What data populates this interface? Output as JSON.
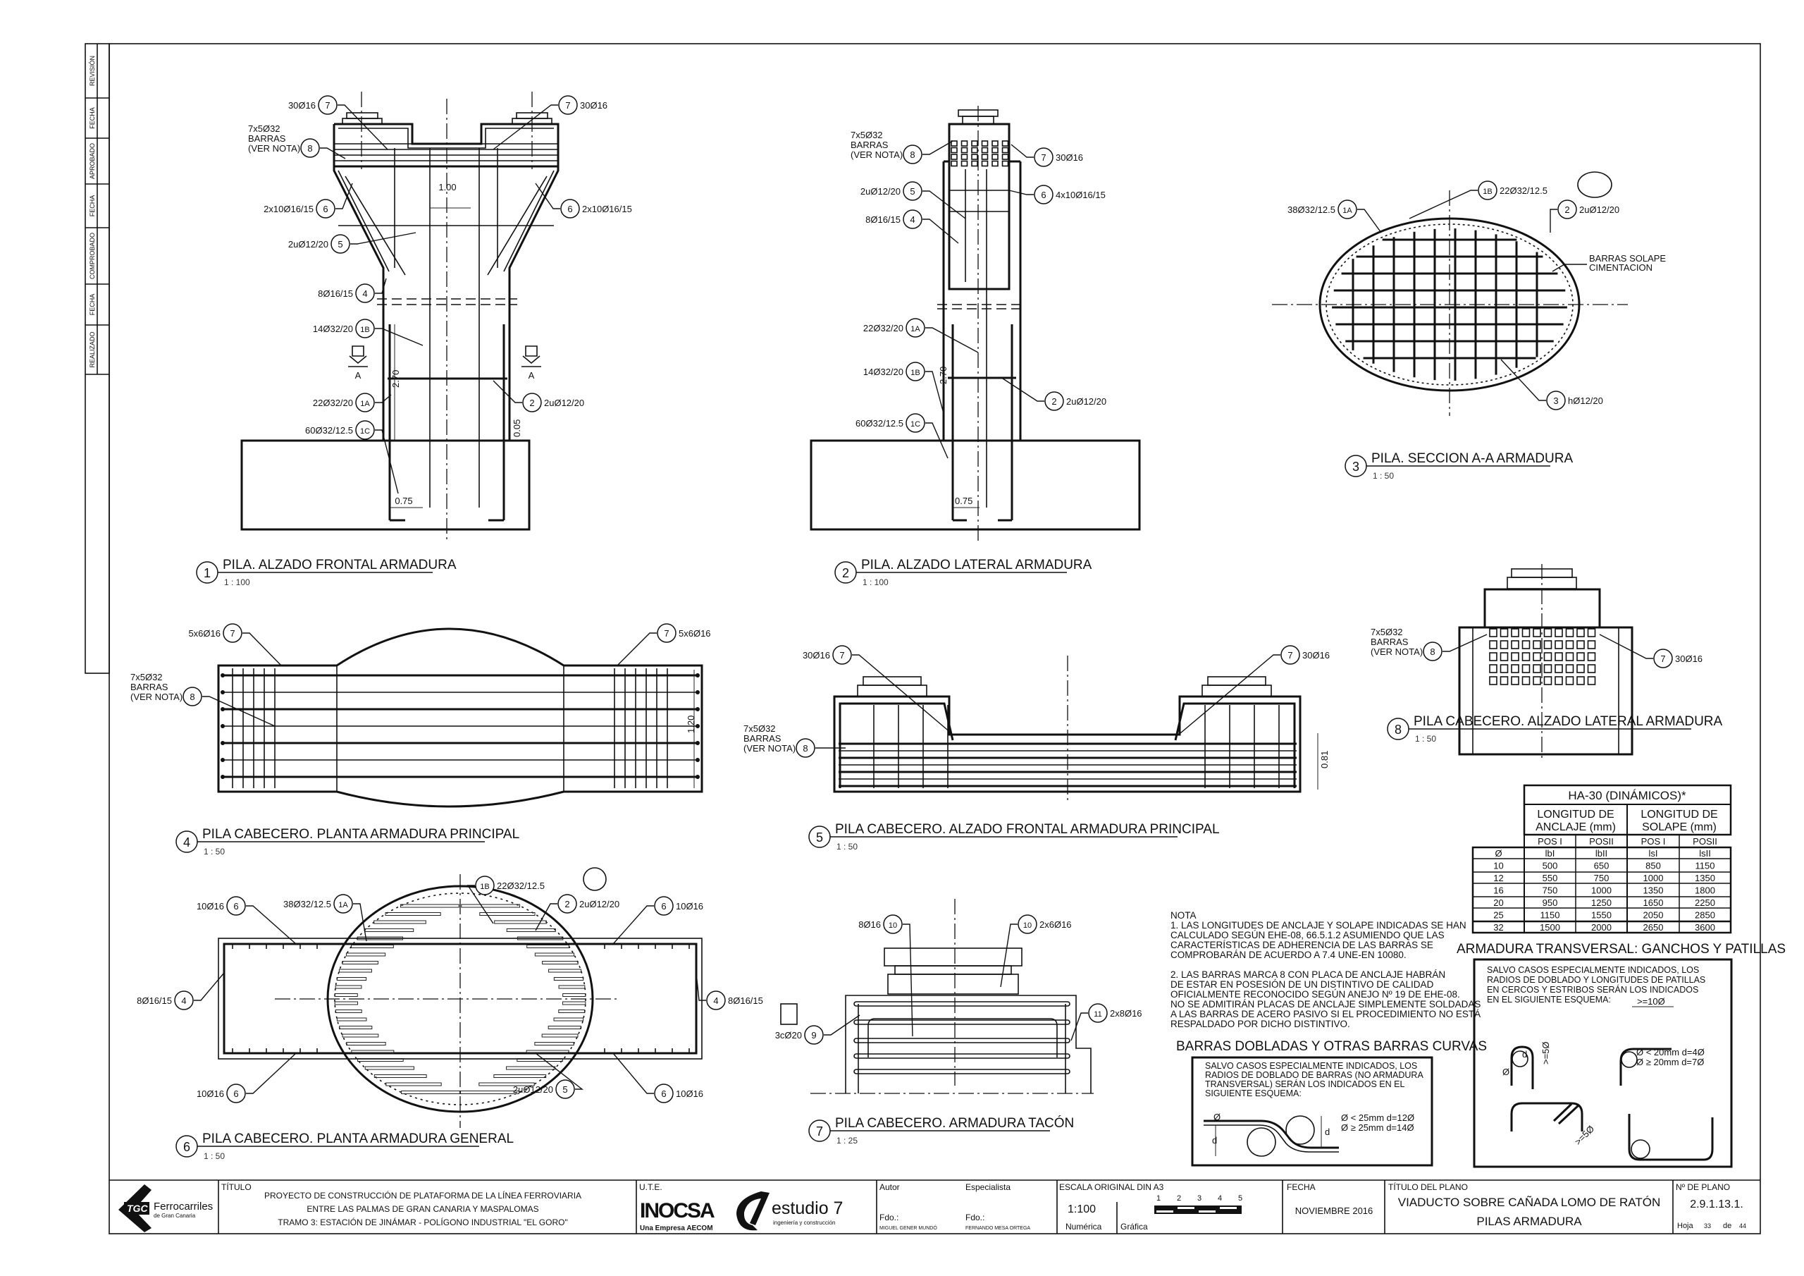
{
  "revision_strip": [
    "REVISIÓN",
    "FECHA",
    "APROBADO",
    "FECHA",
    "COMPROBADO",
    "FECHA",
    "REALIZADO"
  ],
  "drawings": [
    {
      "num": "1",
      "title": "PILA. ALZADO FRONTAL ARMADURA",
      "scale": "1 : 100",
      "dims": [
        "1.00",
        "2.70",
        "0.05",
        "0.75"
      ],
      "section_marks": [
        "A",
        "A"
      ],
      "marks": [
        {
          "n": "7",
          "spec": "30Ø16"
        },
        {
          "n": "7",
          "spec": "30Ø16"
        },
        {
          "n": "8",
          "spec": [
            "7x5Ø32",
            "BARRAS",
            "(VER NOTA)"
          ]
        },
        {
          "n": "6",
          "spec": "2x10Ø16/15"
        },
        {
          "n": "6",
          "spec": "2x10Ø16/15"
        },
        {
          "n": "5",
          "spec": "2uØ12/20"
        },
        {
          "n": "4",
          "spec": "8Ø16/15"
        },
        {
          "n": "1B",
          "spec": "14Ø32/20"
        },
        {
          "n": "1A",
          "spec": "22Ø32/20"
        },
        {
          "n": "2",
          "spec": "2uØ12/20"
        },
        {
          "n": "1C",
          "spec": "60Ø32/12.5"
        }
      ]
    },
    {
      "num": "2",
      "title": "PILA. ALZADO LATERAL ARMADURA",
      "scale": "1 : 100",
      "dims": [
        "2.70",
        "0.75"
      ],
      "marks": [
        {
          "n": "8",
          "spec": [
            "7x5Ø32",
            "BARRAS",
            "(VER NOTA)"
          ]
        },
        {
          "n": "7",
          "spec": "30Ø16"
        },
        {
          "n": "5",
          "spec": "2uØ12/20"
        },
        {
          "n": "6",
          "spec": "4x10Ø16/15"
        },
        {
          "n": "4",
          "spec": "8Ø16/15"
        },
        {
          "n": "1A",
          "spec": "22Ø32/20"
        },
        {
          "n": "1B",
          "spec": "14Ø32/20"
        },
        {
          "n": "2",
          "spec": "2uØ12/20"
        },
        {
          "n": "1C",
          "spec": "60Ø32/12.5"
        }
      ]
    },
    {
      "num": "3",
      "title": "PILA. SECCION A-A ARMADURA",
      "scale": "1 : 50",
      "note": [
        "BARRAS SOLAPE",
        "CIMENTACION"
      ],
      "marks": [
        {
          "n": "1A",
          "spec": "38Ø32/12.5"
        },
        {
          "n": "1B",
          "spec": "22Ø32/12.5"
        },
        {
          "n": "2",
          "spec": "2uØ12/20"
        },
        {
          "n": "3",
          "spec": "hØ12/20"
        }
      ]
    },
    {
      "num": "4",
      "title": "PILA CABECERO. PLANTA ARMADURA PRINCIPAL",
      "scale": "1 : 50",
      "dims": [
        "1.20"
      ],
      "marks": [
        {
          "n": "7",
          "spec": "5x6Ø16"
        },
        {
          "n": "7",
          "spec": "5x6Ø16"
        },
        {
          "n": "8",
          "spec": [
            "7x5Ø32",
            "BARRAS",
            "(VER NOTA)"
          ]
        }
      ]
    },
    {
      "num": "5",
      "title": "PILA CABECERO. ALZADO FRONTAL ARMADURA PRINCIPAL",
      "scale": "1 : 50",
      "dims": [
        "0.81"
      ],
      "marks": [
        {
          "n": "7",
          "spec": "30Ø16"
        },
        {
          "n": "7",
          "spec": "30Ø16"
        },
        {
          "n": "8",
          "spec": [
            "7x5Ø32",
            "BARRAS",
            "(VER NOTA)"
          ]
        }
      ]
    },
    {
      "num": "8",
      "title": "PILA CABECERO. ALZADO LATERAL ARMADURA",
      "scale": "1 : 50",
      "marks": [
        {
          "n": "8",
          "spec": [
            "7x5Ø32",
            "BARRAS",
            "(VER NOTA)"
          ]
        },
        {
          "n": "7",
          "spec": "30Ø16"
        }
      ]
    },
    {
      "num": "6",
      "title": "PILA CABECERO. PLANTA ARMADURA GENERAL",
      "scale": "1 : 50",
      "marks": [
        {
          "n": "6",
          "spec": "10Ø16"
        },
        {
          "n": "1A",
          "spec": "38Ø32/12.5"
        },
        {
          "n": "1B",
          "spec": "22Ø32/12.5"
        },
        {
          "n": "2",
          "spec": "2uØ12/20"
        },
        {
          "n": "6",
          "spec": "10Ø16"
        },
        {
          "n": "4",
          "spec": "8Ø16/15"
        },
        {
          "n": "4",
          "spec": "8Ø16/15"
        },
        {
          "n": "6",
          "spec": "10Ø16"
        },
        {
          "n": "5",
          "spec": "2uØ12/20"
        },
        {
          "n": "6",
          "spec": "10Ø16"
        }
      ]
    },
    {
      "num": "7",
      "title": "PILA CABECERO. ARMADURA TACÓN",
      "scale": "1 : 25",
      "marks": [
        {
          "n": "10",
          "spec": "8Ø16"
        },
        {
          "n": "10",
          "spec": "2x6Ø16"
        },
        {
          "n": "11",
          "spec": "2x8Ø16"
        },
        {
          "n": "9",
          "spec": "3cØ20"
        }
      ]
    }
  ],
  "table": {
    "title": "HA-30 (DINÁMICOS)*",
    "group_1": [
      "LONGITUD DE",
      "ANCLAJE (mm)"
    ],
    "group_2": [
      "LONGITUD DE",
      "SOLAPE (mm)"
    ],
    "positions": [
      "POS I",
      "POSII",
      "POS I",
      "POSII"
    ],
    "header": [
      "Ø",
      "lbI",
      "lbII",
      "lsI",
      "lsII"
    ],
    "rows": [
      [
        "10",
        "500",
        "650",
        "850",
        "1150"
      ],
      [
        "12",
        "550",
        "750",
        "1000",
        "1350"
      ],
      [
        "16",
        "750",
        "1000",
        "1350",
        "1800"
      ],
      [
        "20",
        "950",
        "1250",
        "1650",
        "2250"
      ],
      [
        "25",
        "1150",
        "1550",
        "2050",
        "2850"
      ],
      [
        "32",
        "1500",
        "2000",
        "2650",
        "3600"
      ]
    ]
  },
  "notes": {
    "heading": "NOTA",
    "lines": [
      "1. LAS LONGITUDES DE ANCLAJE Y SOLAPE INDICADAS SE HAN",
      "CALCULADO SEGÚN EHE-08, 66.5.1.2 ASUMIENDO QUE LAS",
      "CARACTERÍSTICAS DE ADHERENCIA DE LAS BARRAS SE",
      "COMPROBARÁN DE ACUERDO A 7.4 UNE-EN 10080.",
      "2. LAS BARRAS MARCA 8 CON PLACA DE ANCLAJE HABRÁN",
      "DE ESTAR EN POSESIÓN DE UN DISTINTIVO DE CALIDAD",
      "OFICIALMENTE RECONOCIDO SEGÚN ANEJO Nº 19 DE EHE-08.",
      "NO SE ADMITIRÁN PLACAS DE ANCLAJE SIMPLEMENTE SOLDADAS",
      "A LAS BARRAS DE ACERO PASIVO SI EL PROCEDIMIENTO NO ESTÁ",
      "RESPALDADO POR DICHO DISTINTIVO."
    ]
  },
  "bent_bars": {
    "title": "BARRAS DOBLADAS Y OTRAS BARRAS CURVAS",
    "lines": [
      "SALVO CASOS ESPECIALMENTE INDICADOS, LOS",
      "RADIOS DE DOBLADO DE BARRAS (NO ARMADURA",
      "TRANSVERSAL) SERÁN LOS INDICADOS EN EL",
      "SIGUIENTE ESQUEMA:"
    ],
    "rules": [
      "Ø < 25mm d=12Ø",
      "Ø ≥ 25mm d=14Ø"
    ],
    "symbols": [
      "Ø",
      "d",
      "d"
    ]
  },
  "transverse": {
    "title": "ARMADURA TRANSVERSAL: GANCHOS Y PATILLAS",
    "lines": [
      "SALVO CASOS ESPECIALMENTE INDICADOS, LOS",
      "RADIOS DE DOBLADO Y LONGITUDES DE PATILLAS",
      "EN CERCOS Y ESTRIBOS SERÁN LOS INDICADOS",
      "EN EL SIGUIENTE ESQUEMA:"
    ],
    "rules": [
      "Ø < 20mm d=4Ø",
      "Ø ≥ 20mm d=7Ø"
    ],
    "dims": [
      ">=10Ø",
      ">=5Ø",
      ">=5Ø"
    ],
    "symbols": [
      "Ø",
      "d"
    ]
  },
  "title_block": {
    "client_logo": {
      "mark": "TGC",
      "name": "Ferrocarriles",
      "sub": "de Gran Canaria"
    },
    "titulo_label": "TÍTULO",
    "titulo_lines": [
      "PROYECTO DE CONSTRUCCIÓN DE PLATAFORMA DE LA LÍNEA FERROVIARIA",
      "ENTRE LAS PALMAS DE GRAN CANARIA Y MASPALOMAS",
      "TRAMO 3: ESTACIÓN DE JINÁMAR - POLÍGONO INDUSTRIAL \"EL GORO\""
    ],
    "ute_label": "U.T.E.",
    "inocsa": "INOCSA",
    "inocsa_sub": "Una Empresa AECOM",
    "estudio": "estudio 7",
    "estudio_sub": "ingeniería y construcción",
    "autor_label": "Autor",
    "especialista_label": "Especialista",
    "fdo": "Fdo.:",
    "autor_name": "MIGUEL GENER MUNDÓ",
    "especialista_name": "FERNANDO MESA ORTEGA",
    "escala_label": "ESCALA ORIGINAL DIN A3",
    "escala_num": "1:100",
    "bar_ticks": [
      "1",
      "2",
      "3",
      "4",
      "5"
    ],
    "numerica": "Numérica",
    "grafica": "Gráfica",
    "fecha_label": "FECHA",
    "fecha": "NOVIEMBRE 2016",
    "plano_label": "TÍTULO DEL PLANO",
    "plano_title": "VIADUCTO SOBRE CAÑADA LOMO DE RATÓN",
    "plano_sub": "PILAS ARMADURA",
    "numero_label": "Nº DE PLANO",
    "numero": "2.9.1.13.1.",
    "hoja_label": "Hoja",
    "hoja": "33",
    "de_label": "de",
    "total": "44"
  }
}
